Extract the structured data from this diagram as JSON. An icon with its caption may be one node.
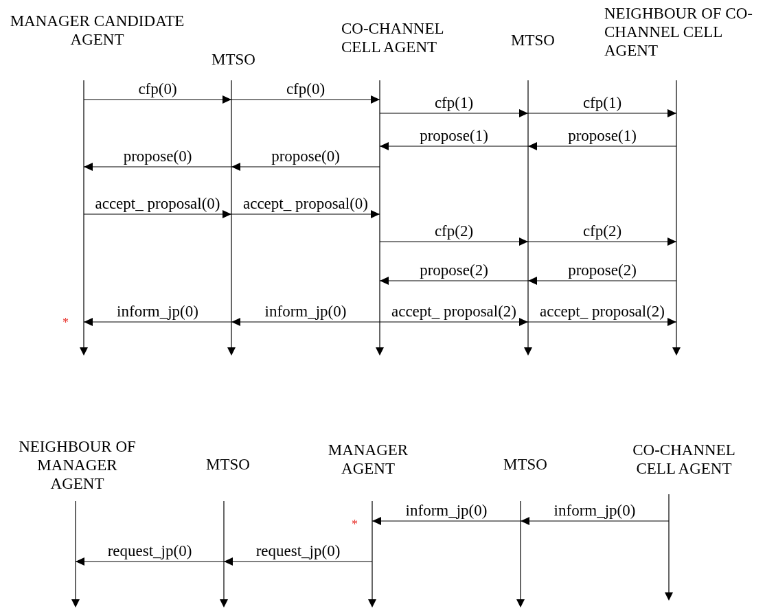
{
  "diagram": {
    "nodes": [
      {
        "text": [
          "MANAGER CANDIDATE AGENT"
        ]
      },
      {
        "text": [
          "MTSO"
        ]
      },
      {
        "text": [
          "CO-CHANNEL CELL AGENT"
        ]
      },
      {
        "text": [
          "MTSO"
        ]
      },
      {
        "text": [
          "NEIGHBOUR OF CO-CHANNEL CELL AGENT"
        ]
      },
      {
        "text": [
          "NEIGHBOUR OF MANAGER AGENT"
        ]
      },
      {
        "text": [
          "MTSO"
        ]
      },
      {
        "text": [
          "MANAGER AGENT"
        ]
      },
      {
        "text": [
          "MTSO"
        ]
      },
      {
        "text": [
          "CO-CHANNEL CELL AGENT"
        ]
      }
    ],
    "edges": [
      {
        "from": 0,
        "to": 1,
        "arrow": "to",
        "label": "cfp(0)"
      },
      {
        "from": 1,
        "to": 2,
        "arrow": "to",
        "label": "cfp(0)"
      },
      {
        "from": 2,
        "to": 3,
        "arrow": "to",
        "label": "cfp(1)"
      },
      {
        "from": 3,
        "to": 4,
        "arrow": "to",
        "label": "cfp(1)"
      },
      {
        "from": 4,
        "to": 3,
        "arrow": "to",
        "label": "propose(1)"
      },
      {
        "from": 3,
        "to": 2,
        "arrow": "to",
        "label": "propose(1)"
      },
      {
        "from": 2,
        "to": 1,
        "arrow": "to",
        "label": "propose(0)"
      },
      {
        "from": 1,
        "to": 0,
        "arrow": "to",
        "label": "propose(0)"
      },
      {
        "from": 0,
        "to": 1,
        "arrow": "to",
        "label": "accept_ proposal(0)"
      },
      {
        "from": 1,
        "to": 2,
        "arrow": "to",
        "label": "accept_ proposal(0)"
      },
      {
        "from": 2,
        "to": 3,
        "arrow": "to",
        "label": "cfp(2)"
      },
      {
        "from": 3,
        "to": 4,
        "arrow": "to",
        "label": "cfp(2)"
      },
      {
        "from": 4,
        "to": 3,
        "arrow": "to",
        "label": "propose(2)"
      },
      {
        "from": 3,
        "to": 2,
        "arrow": "to",
        "label": "propose(2)"
      },
      {
        "from": 1,
        "to": 0,
        "arrow": "to",
        "label": "inform_jp(0)"
      },
      {
        "from": 2,
        "to": 1,
        "arrow": "to",
        "label": "inform_jp(0)"
      },
      {
        "from": 2,
        "to": 3,
        "arrow": "to",
        "label": "accept_ proposal(2)"
      },
      {
        "from": 3,
        "to": 4,
        "arrow": "to",
        "label": "accept_ proposal(2)"
      },
      {
        "from": 9,
        "to": 8,
        "arrow": "to",
        "label": "inform_jp(0)"
      },
      {
        "from": 8,
        "to": 7,
        "arrow": "to",
        "label": "inform_jp(0)"
      },
      {
        "from": 7,
        "to": 6,
        "arrow": "to",
        "label": "request_jp(0)"
      },
      {
        "from": 6,
        "to": 5,
        "arrow": "to",
        "label": "request_jp(0)"
      }
    ],
    "labels": [
      "*",
      "*"
    ]
  }
}
